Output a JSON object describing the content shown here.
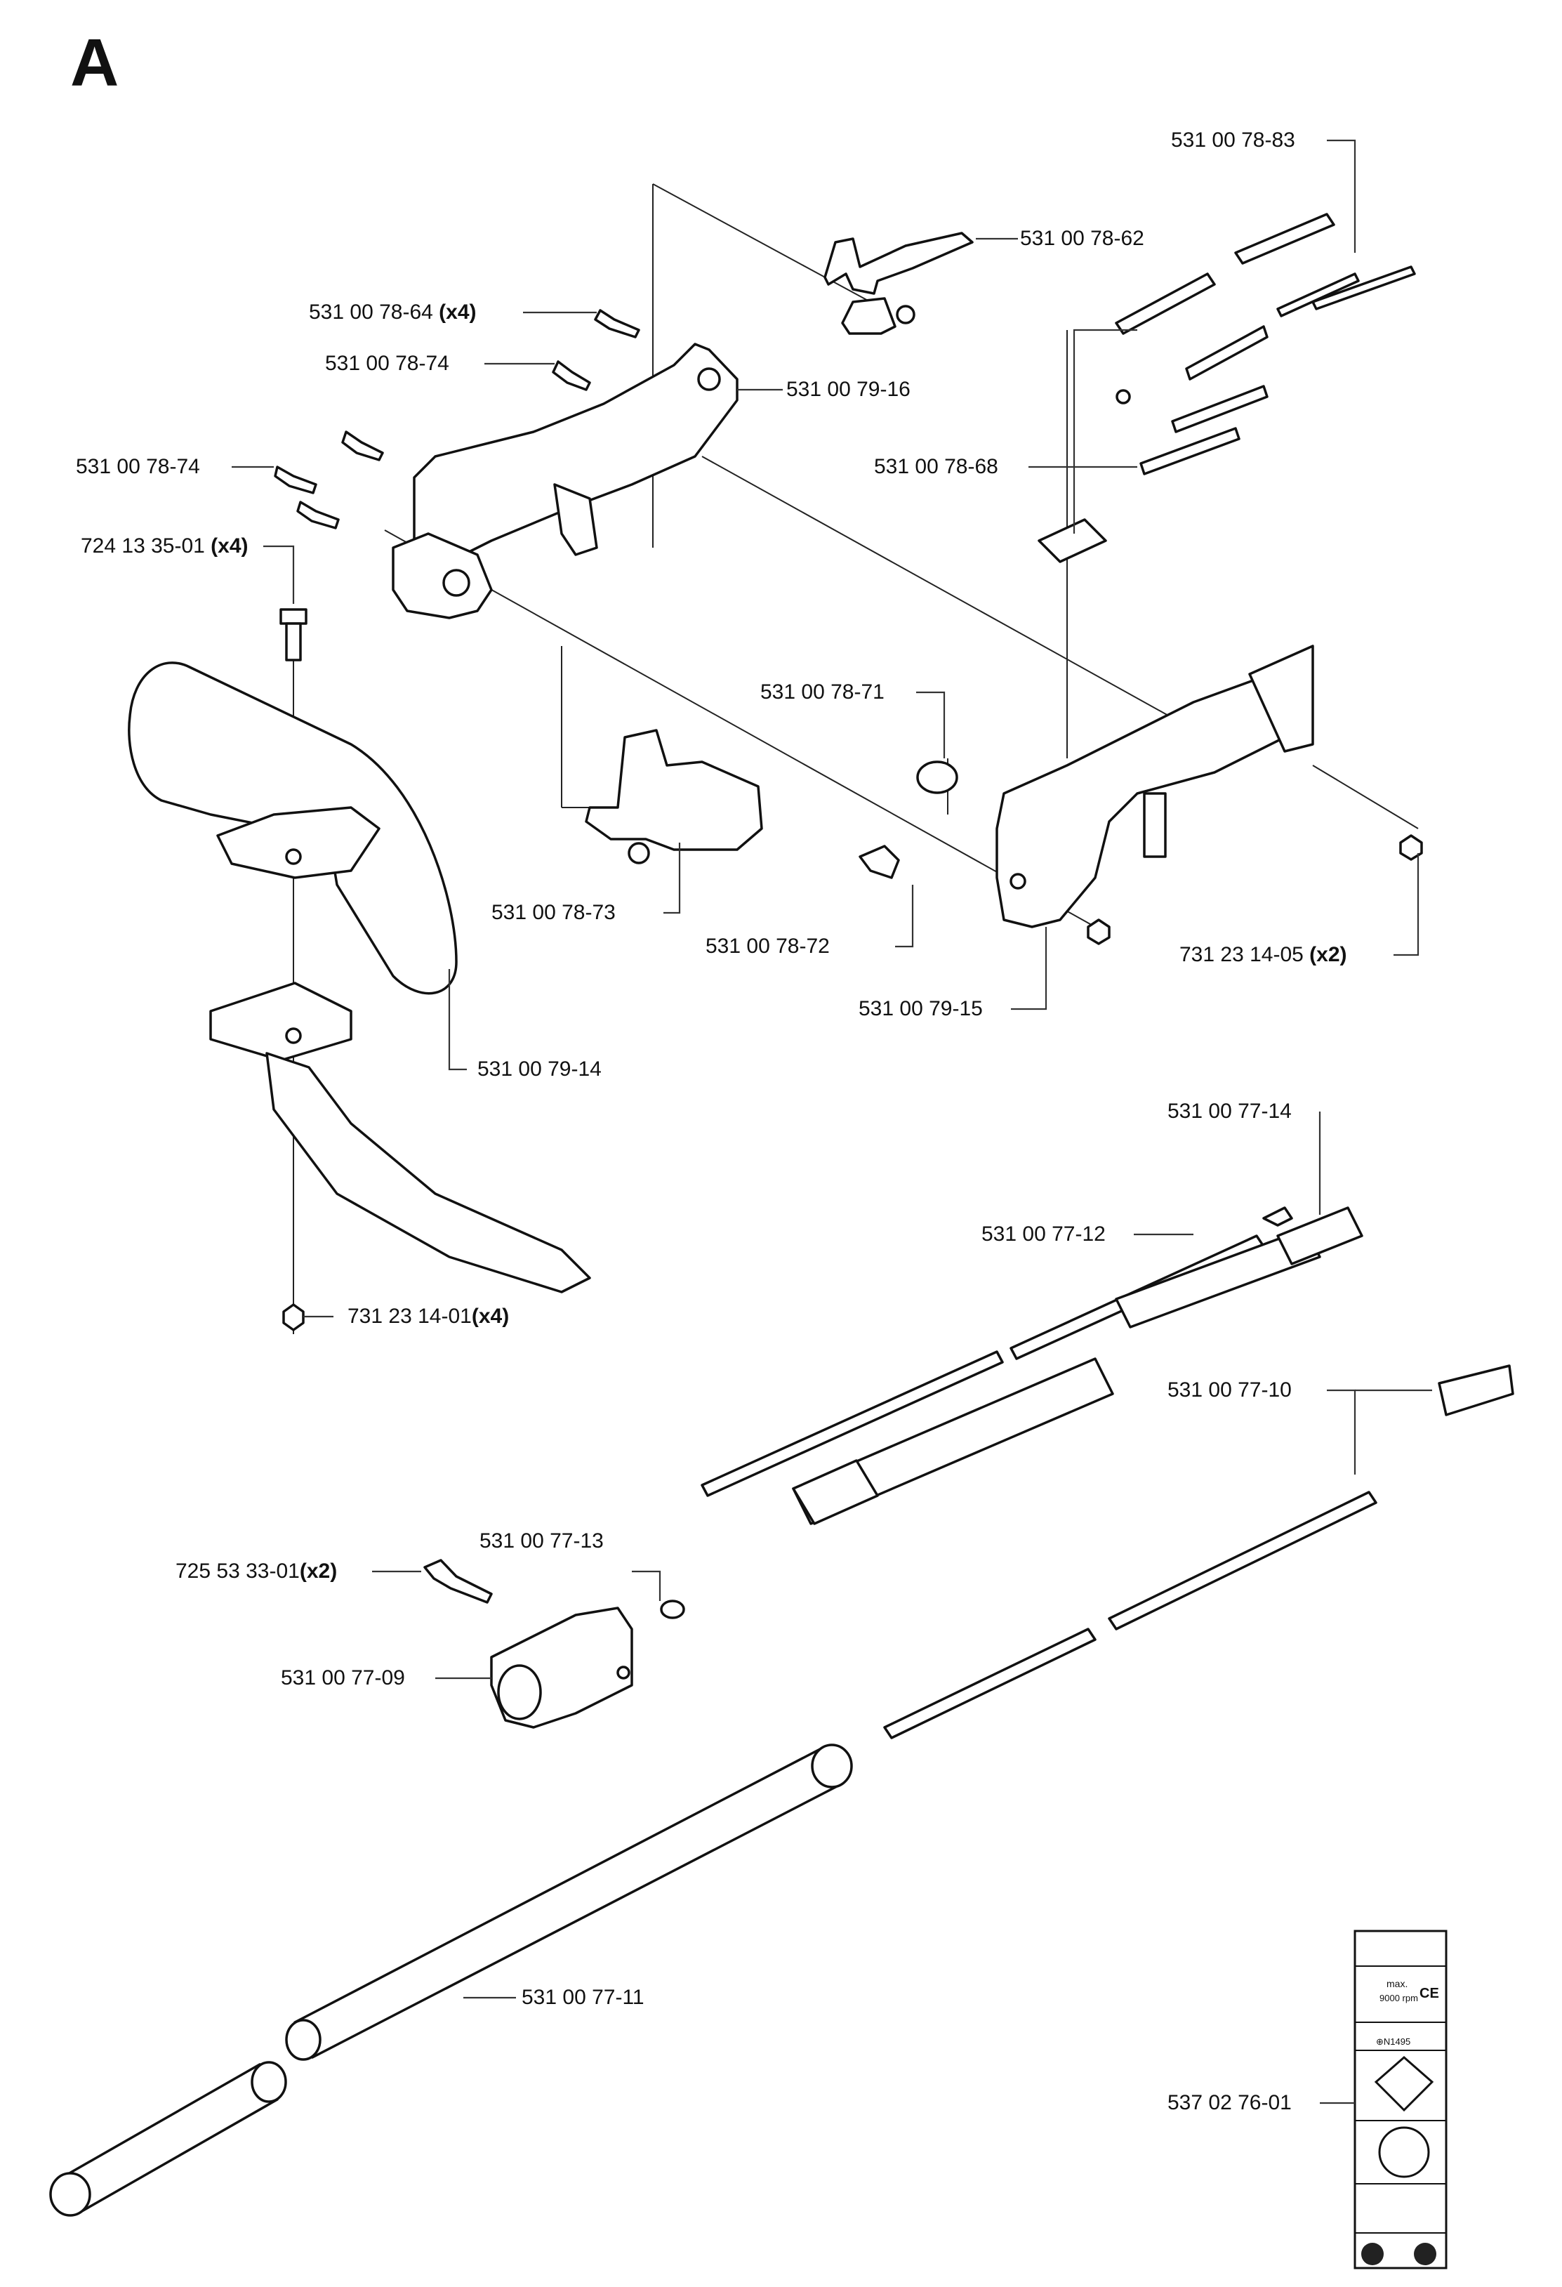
{
  "section_letter": "A",
  "parts": {
    "p_7883": "531 00 78-83",
    "p_7862": "531 00 78-62",
    "p_7864": "531 00 78-64",
    "p_7864_qty": "(x4)",
    "p_7874_a": "531 00 78-74",
    "p_7916": "531 00 79-16",
    "p_7874_b": "531 00 78-74",
    "p_7868": "531 00 78-68",
    "p_72413": "724 13 35-01",
    "p_72413_qty": "(x4)",
    "p_7871": "531 00 78-71",
    "p_7873": "531 00 78-73",
    "p_7872": "531 00 78-72",
    "p_73123_05": "731 23 14-05",
    "p_73123_05_qty": "(x2)",
    "p_7915": "531 00 79-15",
    "p_7914": "531 00 79-14",
    "p_7714": "531 00 77-14",
    "p_7712": "531 00 77-12",
    "p_73123_01": "731 23 14-01",
    "p_73123_01_qty": "(x4)",
    "p_7710": "531 00 77-10",
    "p_7713": "531 00 77-13",
    "p_72553": "725 53 33-01",
    "p_72553_qty": "(x2)",
    "p_7709": "531 00 77-09",
    "p_7711": "531 00 77-11",
    "p_53702": "537 02 76-01"
  },
  "decal": {
    "max_text": "max.",
    "rpm_text": "9000 rpm",
    "ce_text": "CE",
    "code_text": "⊕N1495"
  }
}
